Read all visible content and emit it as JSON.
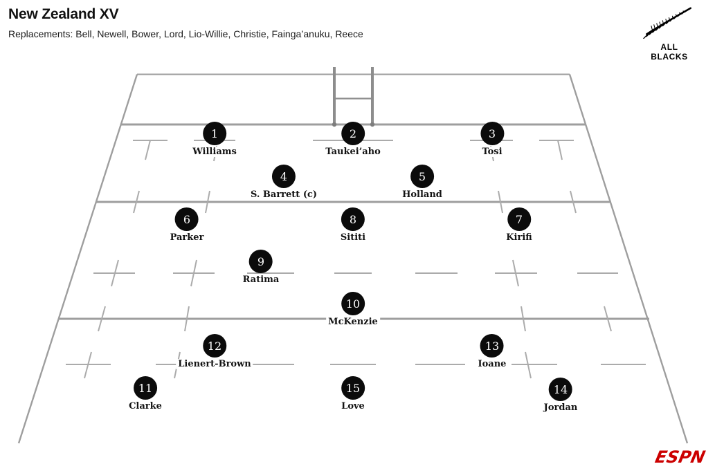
{
  "header": {
    "title": "New Zealand XV",
    "replacements": "Replacements: Bell, Newell, Bower, Lord, Lio-Willie, Christie, Fainga’anuku, Reece"
  },
  "team_logo": {
    "label": "ALL BLACKS",
    "icon": "silver-fern-icon"
  },
  "source_logo": {
    "label": "ESPN"
  },
  "colors": {
    "espn_red": "#cc0000",
    "player_circle": "#0b0b0b",
    "pitch_line": "#9e9e9e",
    "hash_line": "#ababab",
    "text": "#131313"
  },
  "players": [
    {
      "number": "1",
      "name": "Williams"
    },
    {
      "number": "2",
      "name": "Taukei’aho"
    },
    {
      "number": "3",
      "name": "Tosi"
    },
    {
      "number": "4",
      "name": "S. Barrett (c)"
    },
    {
      "number": "5",
      "name": "Holland"
    },
    {
      "number": "6",
      "name": "Parker"
    },
    {
      "number": "8",
      "name": "Sititi"
    },
    {
      "number": "7",
      "name": "Kirifi"
    },
    {
      "number": "9",
      "name": "Ratima"
    },
    {
      "number": "10",
      "name": "McKenzie"
    },
    {
      "number": "12",
      "name": "Lienert-Brown"
    },
    {
      "number": "13",
      "name": "Ioane"
    },
    {
      "number": "11",
      "name": "Clarke"
    },
    {
      "number": "15",
      "name": "Love"
    },
    {
      "number": "14",
      "name": "Jordan"
    }
  ]
}
